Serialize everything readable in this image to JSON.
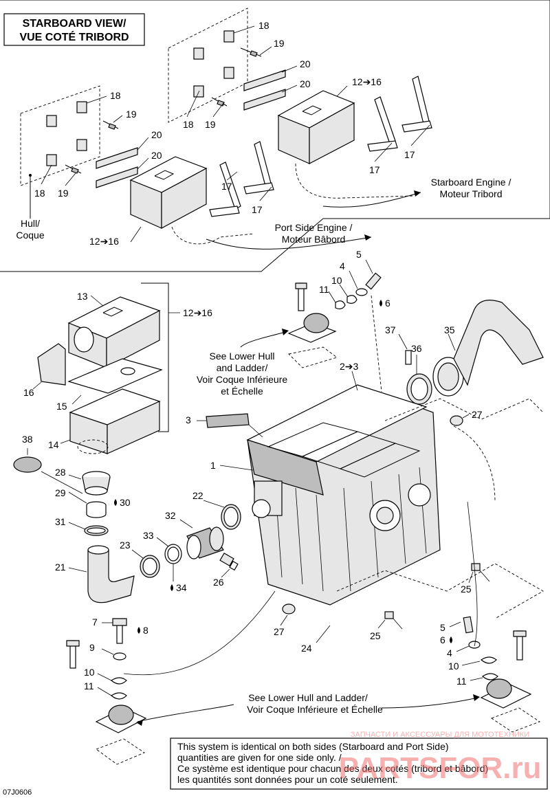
{
  "header": {
    "view_title_line1": "STARBOARD VIEW/",
    "view_title_line2": "VUE COTÉ TRIBORD"
  },
  "callouts": {
    "hull_line1": "Hull/",
    "hull_line2": "Coque",
    "starboard_engine_line1": "Starboard Engine /",
    "starboard_engine_line2": "Moteur Tribord",
    "port_engine_line1": "Port Side Engine /",
    "port_engine_line2": "Moteur Bâbord",
    "lower_hull_1_line1": "See Lower Hull",
    "lower_hull_1_line2": "and Ladder/",
    "lower_hull_1_line3": "Voir Coque Inférieure",
    "lower_hull_1_line4": "et Échelle",
    "lower_hull_2_line1": "See Lower Hull and Ladder/",
    "lower_hull_2_line2": "Voir Coque Inférieure et Échelle"
  },
  "labels": {
    "p18a": "18",
    "p19a": "19",
    "p20a": "20",
    "p20b": "20",
    "p12_16a": "12➔16",
    "p18b": "18",
    "p19b": "19",
    "p17a": "17",
    "p17b": "17",
    "p18c": "18",
    "p19c": "19",
    "p20c": "20",
    "p20d": "20",
    "p18d": "18",
    "p19d": "19",
    "p17c": "17",
    "p17d": "17",
    "p12_16b": "12➔16",
    "p13": "13",
    "p12_16c": "12➔16",
    "p16": "16",
    "p15": "15",
    "p14": "14",
    "p11a": "11",
    "p10a": "10",
    "p4a": "4",
    "p5a": "5",
    "p6a": "6",
    "p37": "37",
    "p36": "36",
    "p35": "35",
    "p2_3": "2➔3",
    "p3": "3",
    "p1": "1",
    "p27a": "27",
    "p38": "38",
    "p28": "28",
    "p29": "29",
    "p30": "30",
    "p22": "22",
    "p32": "32",
    "p31": "31",
    "p33": "33",
    "p23": "23",
    "p21": "21",
    "p34": "34",
    "p26": "26",
    "p25a": "25",
    "p7": "7",
    "p8": "8",
    "p9": "9",
    "p10b": "10",
    "p11b": "11",
    "p27b": "27",
    "p25b": "25",
    "p24": "24",
    "p5b": "5",
    "p6b": "6",
    "p4b": "4",
    "p10c": "10",
    "p11c": "11"
  },
  "note": {
    "line1": "This system is identical on both sides (Starboard and Port Side)",
    "line2": "quantities are given for one side only. /",
    "line3": "Ce système est identique pour chacun des deux cotés (tribord et bâbord)",
    "line4": "les quantités sont données pour un coté seulement."
  },
  "footer": {
    "drawing_code": "07J0606"
  },
  "watermark": {
    "line1": "ЗАПЧАСТИ И АКСЕССУАРЫ ДЛЯ МОТОТЕХНИКИ",
    "line2": "PARTSFOR.ru"
  }
}
